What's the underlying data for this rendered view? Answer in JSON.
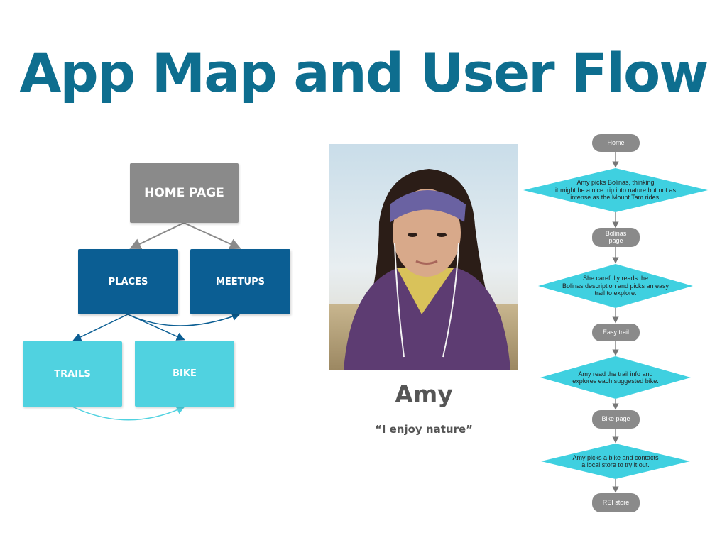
{
  "title": "App Map and User Flow",
  "colors": {
    "title": "#0e6e8f",
    "home": "#8a8a8a",
    "level2": "#0b5e93",
    "level3": "#50d2e0",
    "decision": "#3fd0e0",
    "flow_node": "#8a8a8a"
  },
  "app_map": {
    "home": "HOME PAGE",
    "places": "PLACES",
    "meetups": "MEETUPS",
    "trails": "TRAILS",
    "bike": "BIKE"
  },
  "persona": {
    "name": "Amy",
    "quote": "“I enjoy nature”"
  },
  "user_flow": {
    "home": "Home",
    "decision_1": "Amy picks Bolinas, thinking\nit might be a nice trip into nature but not as\nintense as the Mount Tam rides.",
    "bolinas_page": "Bolinas\npage",
    "decision_2": "She carefully reads the\nBolinas description and picks an easy\ntrail to explore.",
    "easy_trail": "Easy trail",
    "decision_3": "Amy read the trail info and\nexplores each suggested bike.",
    "bike_page": "Bike page",
    "decision_4": "Amy picks a bike and contacts\na local store to try it out.",
    "rei_store": "REI store"
  }
}
